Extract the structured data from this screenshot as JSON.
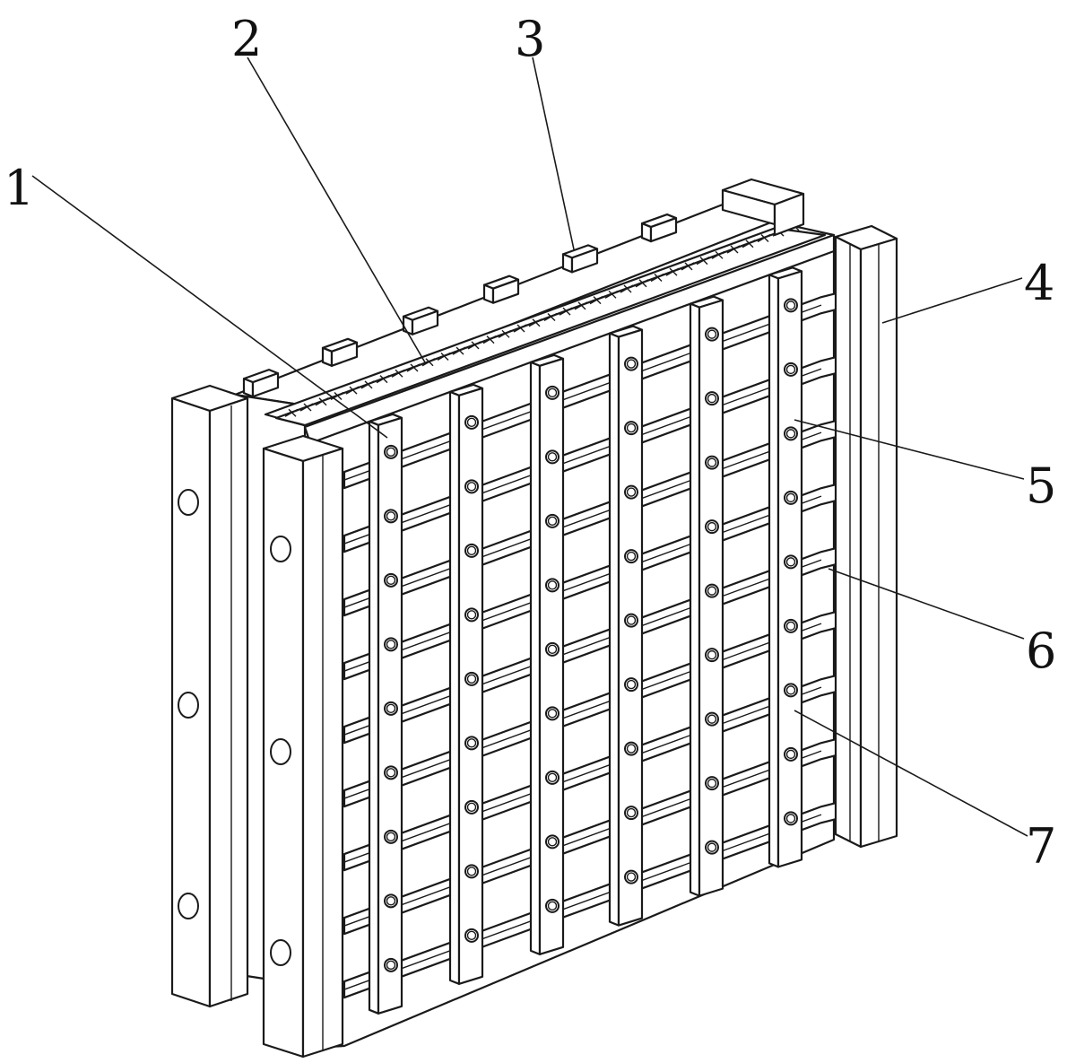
{
  "figure": {
    "background": "#ffffff",
    "line_color": "#1a1a1a"
  },
  "labels": [
    {
      "id": "ref-1",
      "text": "1"
    },
    {
      "id": "ref-2",
      "text": "2"
    },
    {
      "id": "ref-3",
      "text": "3"
    },
    {
      "id": "ref-4",
      "text": "4"
    },
    {
      "id": "ref-5",
      "text": "5"
    },
    {
      "id": "ref-6",
      "text": "6"
    },
    {
      "id": "ref-7",
      "text": "7"
    }
  ]
}
